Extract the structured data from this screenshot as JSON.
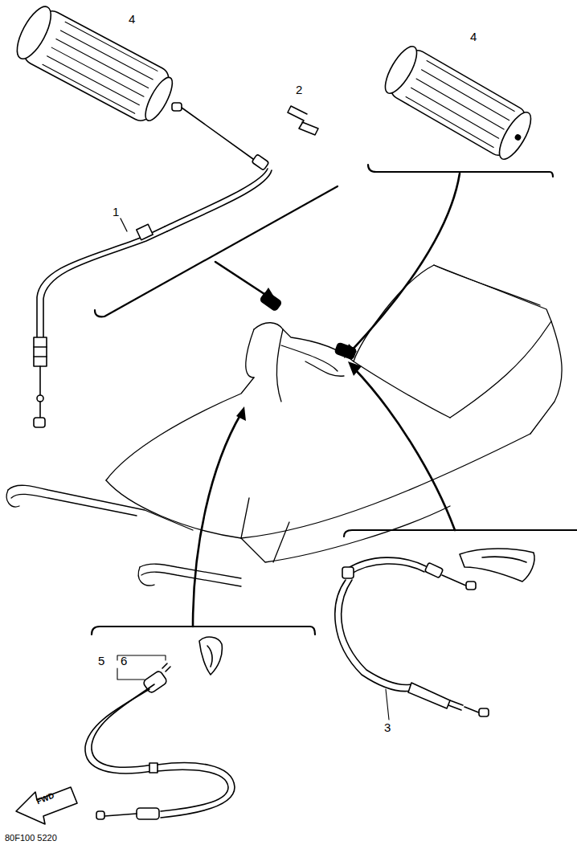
{
  "diagram": {
    "labels": [
      "4",
      "2",
      "4",
      "1",
      "5",
      "6",
      "3",
      "FWD",
      "80F100 5220"
    ]
  }
}
